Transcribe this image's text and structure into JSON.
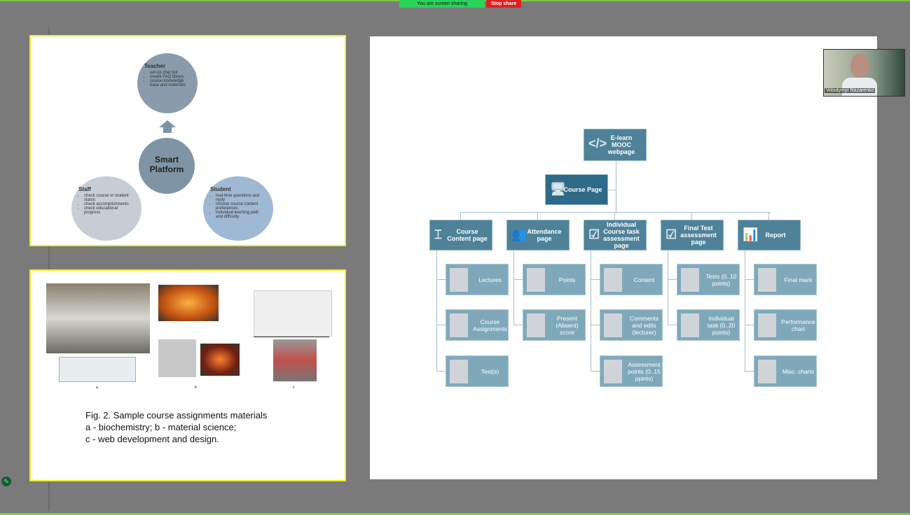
{
  "share_bar": {
    "status": "You are screen sharing",
    "stop": "Stop share"
  },
  "slide1": {
    "center": "Smart Platform",
    "teacher": {
      "title": "Teacher",
      "items": [
        "set-up chat bot",
        "create FAQ library",
        "course knowledge base and materials"
      ]
    },
    "staff": {
      "title": "Staff",
      "items": [
        "check course or student status",
        "check accomplishments",
        "check educational progress"
      ]
    },
    "student": {
      "title": "Student",
      "items": [
        "real-time questions and reply",
        "choose course content preferences",
        "individual learning path and difficulty"
      ]
    }
  },
  "slide2": {
    "labels": [
      "a",
      "b",
      "c"
    ],
    "caption": [
      "Fig. 2. Sample course assignments materials",
      "a - biochemistry; b - material science;",
      "c - web development and design."
    ]
  },
  "chart": {
    "root": "E-learn MOOC webpage",
    "course": "Course Page",
    "columns": [
      {
        "title": "Course Content page",
        "icon": "i-beam-icon",
        "leaves": [
          "Lectures",
          "Course Assignments",
          "Test(s)"
        ]
      },
      {
        "title": "Attendance page",
        "icon": "people-icon",
        "leaves": [
          "Points",
          "Present (Absent) score"
        ]
      },
      {
        "title": "Individual Course task assessment page",
        "icon": "checklist-icon",
        "leaves": [
          "Content",
          "Comments and edits (lecturer)",
          "Assessment points (0..15 ppints)"
        ]
      },
      {
        "title": "Final Test assessment page",
        "icon": "checklist-icon",
        "leaves": [
          "Tests (0..10 points)",
          "Individual task (0..20 points)"
        ]
      },
      {
        "title": "Report",
        "icon": "bar-chart-icon",
        "leaves": [
          "Final mark",
          "Performance chart",
          "Misc. charts"
        ]
      }
    ]
  },
  "participant": {
    "name": "Volodymyr Nazarenko"
  }
}
